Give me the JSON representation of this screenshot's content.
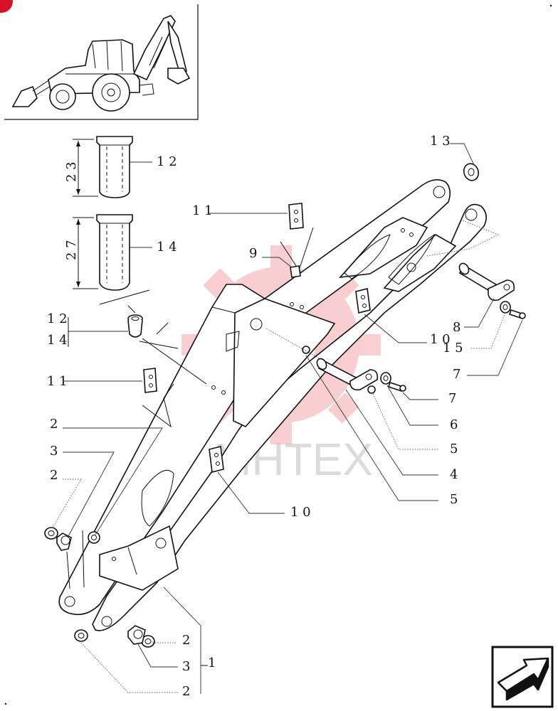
{
  "watermark": {
    "text": "MHTEX",
    "color": "#e8262d"
  },
  "badge": {
    "color": "#d8102a"
  },
  "dimensions": {
    "pin_12_length": "2 3",
    "pin_14_length": "2 7"
  },
  "callouts": {
    "c13": "1 3",
    "c12": "1 2",
    "c14": "1 4",
    "c11a": "1 1",
    "c9": "9",
    "c12b": "1 2",
    "c14b": "1 4",
    "c11b": "1 1",
    "c10a": "1 0",
    "c8": "8",
    "c15": "1 5",
    "c7a": "7",
    "c7b": "7",
    "c6": "6",
    "c5a": "5",
    "c4": "4",
    "c5b": "5",
    "c2a": "2",
    "c3a": "3",
    "c2b": "2",
    "c10b": "1 0",
    "c2c": "2",
    "c3b": "3",
    "c1": "1",
    "c2d": "2"
  },
  "nav": {
    "icon": "next-page-arrow-icon"
  }
}
